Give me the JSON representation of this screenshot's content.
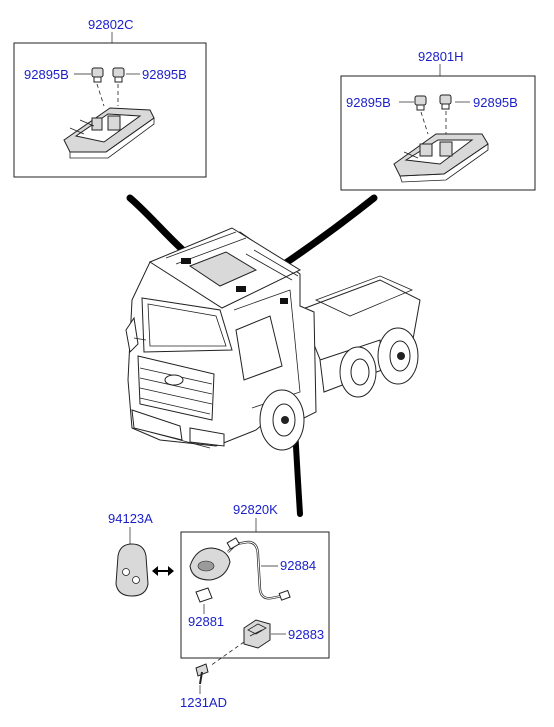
{
  "labels": {
    "rear_lamp_assy": "92802C",
    "rear_bulb_left": "92895B",
    "rear_bulb_right": "92895B",
    "front_lamp_assy": "92801H",
    "front_bulb_left": "92895B",
    "front_bulb_right": "92895B",
    "step_lamp_assy": "92820K",
    "cover": "94123A",
    "wiring": "92884",
    "pad": "92881",
    "bracket": "92883",
    "screw": "1231AD"
  }
}
